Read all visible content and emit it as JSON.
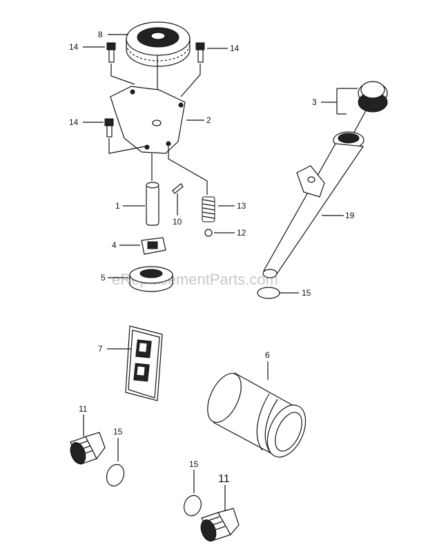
{
  "watermark": "eReplacementParts.com",
  "labels": {
    "p1": "1",
    "p2": "2",
    "p3": "3",
    "p4": "4",
    "p5": "5",
    "p6": "6",
    "p7": "7",
    "p8": "8",
    "p10": "10",
    "p11a": "11",
    "p11b": "11",
    "p12": "12",
    "p13": "13",
    "p14a": "14",
    "p14b": "14",
    "p14c": "14",
    "p15a": "15",
    "p15b": "15",
    "p15c": "15",
    "p19": "19"
  }
}
